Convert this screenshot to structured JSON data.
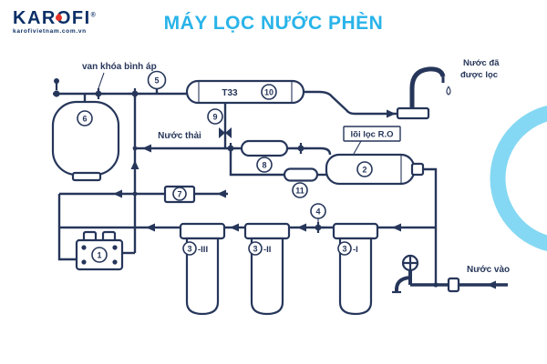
{
  "header": {
    "logo": {
      "text": "KAROFI",
      "registered": "®",
      "url": "karofivietnam.com.vn"
    },
    "title": "MÁY LỌC NƯỚC PHÈN"
  },
  "colors": {
    "title_cyan": "#29b4e9",
    "logo_navy": "#0c2f66",
    "logo_red": "#e63329",
    "diagram_line": "#26365a",
    "arc_cyan": "#85d8f3",
    "background": "#ffffff"
  },
  "diagram": {
    "labels": {
      "pressure_valve": "van khóa bình áp",
      "waste_water": "Nước thải",
      "ro_core": "lõi lọc R.O",
      "t33": "T33",
      "clean_water_line1": "Nước đã",
      "clean_water_line2": "được lọc",
      "inlet_water": "Nước vào"
    },
    "markers": {
      "m1": "1",
      "m2": "2",
      "m4": "4",
      "m5": "5",
      "m6": "6",
      "m7": "7",
      "m8": "8",
      "m9": "9",
      "m10": "10",
      "m11": "11"
    },
    "filter_stages": [
      {
        "number": "3",
        "suffix": "-III"
      },
      {
        "number": "3",
        "suffix": "-II"
      },
      {
        "number": "3",
        "suffix": "-I"
      }
    ]
  }
}
